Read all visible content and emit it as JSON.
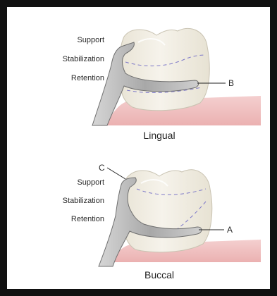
{
  "panels": [
    {
      "caption": "Lingual",
      "left_labels": [
        "Support",
        "Stabilization",
        "Retention"
      ],
      "callout": "B"
    },
    {
      "caption": "Buccal",
      "left_labels": [
        "Support",
        "Stabilization",
        "Retention"
      ],
      "callout": "A",
      "top_callout": "C"
    }
  ],
  "colors": {
    "frame": "#111111",
    "tooth": "#f2efe6",
    "gum": "#f1c3c3",
    "clasp_metal": "#b9b9b9",
    "dashed_line": "#7d78c8"
  }
}
